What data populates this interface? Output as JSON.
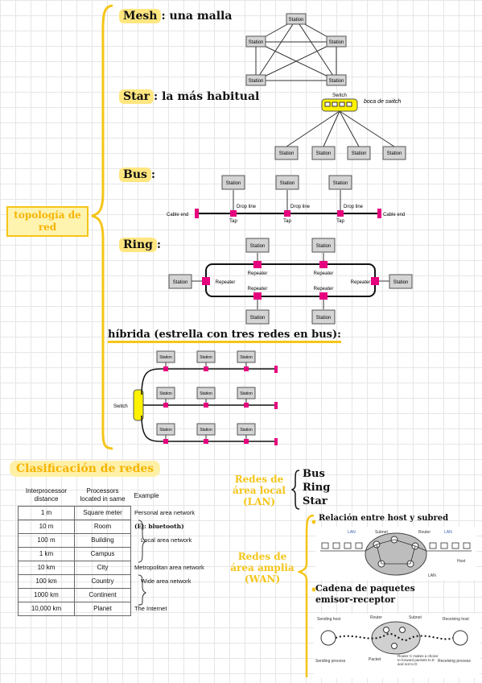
{
  "mind_map": {
    "root_label": "topología de red",
    "mesh": {
      "name": "Mesh",
      "desc": "una malla"
    },
    "star": {
      "name": "Star",
      "desc": "la más habitual",
      "note": "boca de switch",
      "switch_label": "Switch"
    },
    "bus": {
      "name": "Bus",
      "labels": {
        "station": "Station",
        "drop_line": "Drop line",
        "tap": "Tap",
        "cable_end": "Cable end"
      }
    },
    "ring": {
      "name": "Ring",
      "labels": {
        "repeater": "Repeater"
      }
    },
    "hybrid": {
      "title": "híbrida (estrella con tres redes en bus):",
      "switch_label": "Switch"
    },
    "station_label": "Station"
  },
  "classification": {
    "title": "Clasificación de redes",
    "table": {
      "headers": [
        "Interprocessor distance",
        "Processors located in same",
        "Example"
      ],
      "rows": [
        {
          "distance": "1 m",
          "located": "Square meter"
        },
        {
          "distance": "10 m",
          "located": "Room"
        },
        {
          "distance": "100 m",
          "located": "Building"
        },
        {
          "distance": "1 km",
          "located": "Campus"
        },
        {
          "distance": "10 km",
          "located": "City"
        },
        {
          "distance": "100 km",
          "located": "Country"
        },
        {
          "distance": "1000 km",
          "located": "Continent"
        },
        {
          "distance": "10,000 km",
          "located": "Planet"
        }
      ],
      "examples": {
        "personal": "Personal area network",
        "personal_note": "(Ej: bluetooth)",
        "local": "Local area network",
        "metro": "Metropolitan area network",
        "wide": "Wide area network",
        "internet": "The Internet"
      }
    },
    "lan": {
      "label": "Redes de área local (LAN)",
      "types": [
        "Bus",
        "Ring",
        "Star"
      ]
    },
    "wan": {
      "label": "Redes de área amplia (WAN)",
      "items": [
        "Relación entre host y subred",
        "Cadena de paquetes emisor-receptor"
      ],
      "subnet_labels": {
        "lan": "LAN",
        "subnet": "Subnet",
        "router": "Router",
        "host": "Host"
      },
      "packet_labels": {
        "sending_host": "Sending host",
        "router": "Router",
        "subnet": "Subnet",
        "receiving_host": "Receiving host",
        "sending_process": "Sending process",
        "packet": "Packet",
        "router_note": "Router C makes a choice to forward packets to E and not to D",
        "receiving_process": "Receiving process"
      }
    }
  }
}
